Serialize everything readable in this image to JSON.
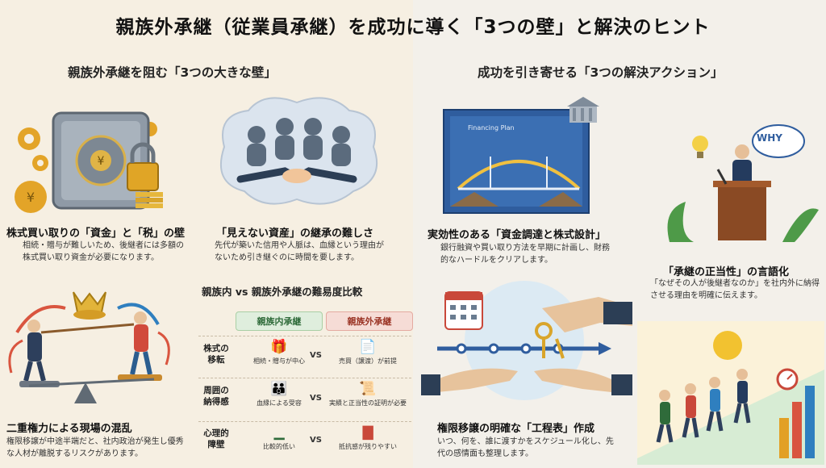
{
  "title": "親族外承継（従業員承継）を成功に導く「3つの壁」と解決のヒント",
  "left": {
    "heading": "親族外承継を阻む「3つの大きな壁」",
    "wall1": {
      "title": "株式買い取りの「資金」と「税」の壁",
      "body": "相続・贈与が難しいため、後継者には多額の株式買い取り資金が必要になります。",
      "icon": "safe-icon"
    },
    "wall2": {
      "title": "「見えない資産」の継承の難しさ",
      "body": "先代が築いた信用や人脈は、血縁という理由がないため引き継ぐのに時間を要します。",
      "icon": "handshake-icon"
    },
    "wall3": {
      "title": "二重権力による現場の混乱",
      "body": "権限移譲が中途半端だと、社内政治が発生し優秀な人材が離脱するリスクがあります。",
      "icon": "tug-of-war-icon"
    },
    "comparison": {
      "title": "親族内 vs 親族外承継の難易度比較",
      "col_in": "親族内承継",
      "col_out": "親族外承継",
      "vs": "VS",
      "rows": [
        {
          "label": "株式の移転",
          "in_text": "相続・贈与が中心",
          "out_text": "売買（譲渡）が前提",
          "in_icon": "gift-icon",
          "out_icon": "money-document-icon"
        },
        {
          "label": "周囲の納得感",
          "in_text": "血縁による受容",
          "out_text": "実績と正当性の証明が必要",
          "in_icon": "family-tree-icon",
          "out_icon": "certificate-icon"
        },
        {
          "label": "心理的障壁",
          "in_text": "比較的低い",
          "out_text": "抵抗感が残りやすい",
          "in_icon": "low-barrier-icon",
          "out_icon": "high-barrier-icon"
        }
      ]
    }
  },
  "right": {
    "heading": "成功を引き寄せる「3つの解決アクション」",
    "action1": {
      "title": "実効性のある「資金調達と株式設計」",
      "body": "銀行融資や買い取り方法を早期に計画し、財務的なハードルをクリアします。",
      "plan_label": "Financing Plan",
      "icon": "bridge-plan-icon"
    },
    "action2": {
      "title": "「承継の正当性」の言語化",
      "body": "「なぜその人が後継者なのか」を社内外に納得させる理由を明確に伝えます。",
      "bubble": "WHY",
      "icon": "podium-icon"
    },
    "action3": {
      "title": "権限移譲の明確な「工程表」作成",
      "body": "いつ、何を、誰に渡すかをスケジュール化し、先代の感情面も整理します。",
      "icon": "key-handover-icon"
    },
    "action4": {
      "icon": "team-climbing-icon"
    }
  },
  "colors": {
    "accent_green": "#2f6b3a",
    "accent_red": "#9b3526",
    "gold": "#e0a526",
    "blue": "#2f5d9e"
  }
}
